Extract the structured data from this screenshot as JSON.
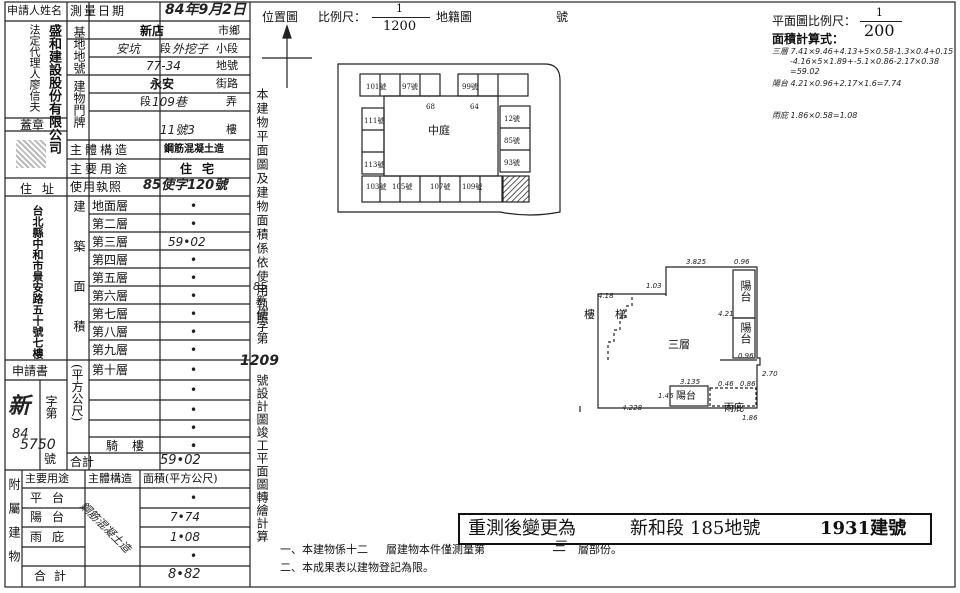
{
  "applicant": {
    "header": "申請人姓名",
    "name_lines": [
      "盛和建設股份有限公司",
      "法定代理人廖信夫"
    ],
    "seal_label": "蓋章",
    "address_label": "住址",
    "address": "台北縣中和市景安路五十號七樓"
  },
  "survey_date": {
    "label": "測量日期",
    "value": "84年9月2日"
  },
  "land_number": {
    "label": "基地地號",
    "city": "新店",
    "city_unit": "市鄉",
    "section": "安坑",
    "section_unit": "段",
    "subsection": "外挖子",
    "subsection_unit": "小段",
    "number": "77-34",
    "number_unit": "地號"
  },
  "door_number": {
    "label": "建物門牌",
    "road": "永安",
    "road_unit": "街路",
    "section_unit": "段",
    "lane": "109巷",
    "alley_unit": "弄",
    "number": "11號3",
    "floor_unit": "樓"
  },
  "building_info": {
    "structure_label": "主體構造",
    "structure_value": "鋼筋混凝土造",
    "use_label": "主要用途",
    "use_value": "住宅",
    "license_label": "使用執照",
    "license_value": "85使字120號"
  },
  "floors": {
    "group_label": "建築面積",
    "unit_label": "(平方公尺)",
    "rows": [
      {
        "name": "地面層",
        "value": "•"
      },
      {
        "name": "第二層",
        "value": "•"
      },
      {
        "name": "第三層",
        "value": "59•02"
      },
      {
        "name": "第四層",
        "value": "•"
      },
      {
        "name": "第五層",
        "value": "•"
      },
      {
        "name": "第六層",
        "value": "•"
      },
      {
        "name": "第七層",
        "value": "•"
      },
      {
        "name": "第八層",
        "value": "•"
      },
      {
        "name": "第九層",
        "value": "•"
      },
      {
        "name": "第十層",
        "value": "•"
      },
      {
        "name": "",
        "value": "•"
      },
      {
        "name": "",
        "value": "•"
      },
      {
        "name": "",
        "value": "•"
      },
      {
        "name": "",
        "value": "•"
      },
      {
        "name": "騎樓",
        "value": "•"
      }
    ],
    "total_label": "合計",
    "total_value": "59•02"
  },
  "application": {
    "label": "申請書",
    "word_label": "字第",
    "word_value": "新",
    "year_value": "84",
    "number_value": "5750",
    "number_label": "號"
  },
  "appendages": {
    "side_label": "附屬建物",
    "headers": [
      "主要用途",
      "主體構造",
      "面積(平方公尺)"
    ],
    "structure_value": "鋼筋混凝土造",
    "rows": [
      {
        "name": "平台",
        "value": "•"
      },
      {
        "name": "陽台",
        "value": "7•74"
      },
      {
        "name": "雨庇",
        "value": "1•08"
      },
      {
        "name": "",
        "value": "•"
      }
    ],
    "total_label": "合計",
    "total_value": "8•82"
  },
  "location_map": {
    "label": "位置圖",
    "scale_label": "比例尺：",
    "scale_num": "1",
    "scale_den": "1200",
    "cadastral_label": "地籍圖",
    "number_suffix": "號",
    "labels": {
      "center": "中庭",
      "units": [
        "103號",
        "105號",
        "107號",
        "109號",
        "111號",
        "113號",
        "68",
        "64",
        "101號",
        "97號",
        "99號",
        "12號",
        "85號",
        "93號"
      ]
    }
  },
  "floor_plan": {
    "scale_label": "平面圖比例尺：",
    "scale_num": "1",
    "scale_den": "200",
    "calc_label": "面積計算式：",
    "calc_lines": [
      "三層 7.41×9.46+4.13+5×0.58-1.3×0.4+0.15",
      "-4.16×5×1.89+-5.1×0.86-2.17×0.38",
      "=59.02",
      "陽台 4.21×0.96+2.17×1.6=7.74",
      "雨庇 1.86×0.58=1.08"
    ],
    "labels": {
      "stairs": "樓梯",
      "floor_name": "三層",
      "balcony_1": "陽台",
      "balcony_2": "陽台",
      "balcony_3": "陽台",
      "canopy": "雨庇",
      "dims": [
        "3.825",
        "0.96",
        "1.03",
        "4.18",
        "4.21",
        "0.96",
        "2.70",
        "3.135",
        "0.46",
        "0.86",
        "1.46",
        "4.228",
        "1.86"
      ]
    }
  },
  "vertical_note": {
    "text_top": "本建物平面圖及建物面積係依使用執照",
    "hw1": "85",
    "hw2": "新",
    "text_mid": "使字第",
    "hw_number": "1209",
    "text_bottom": "號設計圖竣工平面圖轉繪計算"
  },
  "stamp": {
    "prefix": "重測後變更為",
    "section": "新和段",
    "land": "185地號",
    "building": "1931建號"
  },
  "notes": [
    {
      "prefix": "一、本建物係十二",
      "mid": "層建物本件僅測量第",
      "hw": "三",
      "suffix": "層部份。"
    },
    {
      "prefix": "二、本成果表以建物登記為限。"
    }
  ]
}
